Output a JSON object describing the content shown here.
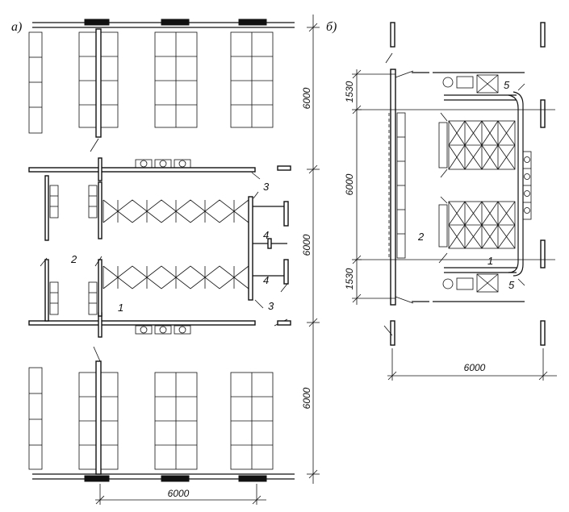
{
  "panel_a": {
    "label": "а)",
    "dimension_horizontal": "6000",
    "dimension_top": "6000",
    "dimension_middle": "6000",
    "dimension_bottom": "6000",
    "callouts": [
      "1",
      "2",
      "3",
      "4",
      "4",
      "3"
    ]
  },
  "panel_b": {
    "label": "б)",
    "dimension_horizontal": "6000",
    "dimension_vertical": "6000",
    "dimension_top": "1530",
    "dimension_bottom": "1530",
    "callouts": [
      "5",
      "2",
      "1",
      "5"
    ]
  }
}
